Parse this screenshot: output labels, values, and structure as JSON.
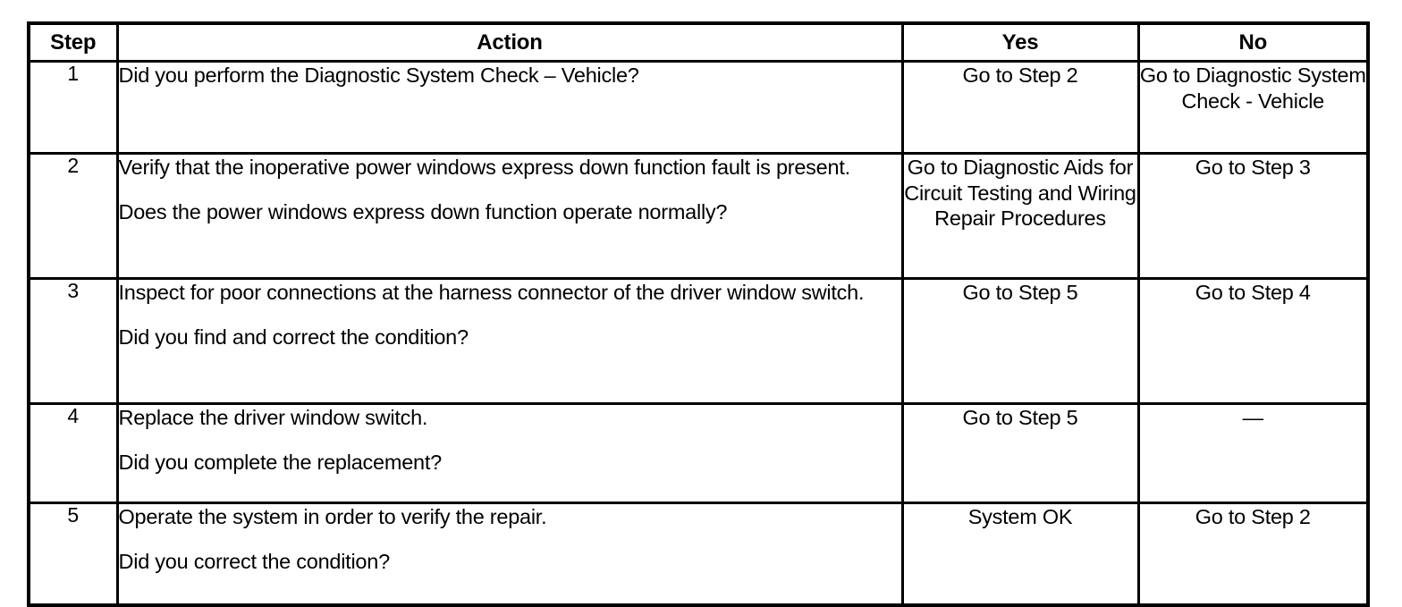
{
  "document": {
    "type": "diagnostic-trouble-tree-table",
    "border_color": "#000000",
    "background_color": "#ffffff",
    "text_color": "#000000"
  },
  "table": {
    "headers": {
      "step": "Step",
      "action": "Action",
      "yes": "Yes",
      "no": "No"
    },
    "rows": [
      {
        "step": "1",
        "action_line_1": "Did you perform the Diagnostic System Check – Vehicle?",
        "action_line_2": "",
        "yes": "Go to Step 2",
        "no": "Go to Diagnostic System Check - Vehicle",
        "yes_align": "bottom",
        "no_align": "top"
      },
      {
        "step": "2",
        "action_line_1": "Verify that the inoperative power windows express down function fault is present.",
        "action_line_2": "Does the power windows express down function operate normally?",
        "yes": "Go to Diagnostic Aids for Circuit Testing and Wiring Repair Procedures",
        "no": "Go to Step 3",
        "yes_align": "top",
        "no_align": "bottom"
      },
      {
        "step": "3",
        "action_line_1": "Inspect for poor connections at the harness connector of the driver window switch.",
        "action_line_2": "Did you find and correct the condition?",
        "yes": "Go to Step 5",
        "no": "Go to Step 4",
        "yes_align": "bottom",
        "no_align": "bottom"
      },
      {
        "step": "4",
        "action_line_1": "Replace the driver window switch.",
        "action_line_2": "Did you complete the replacement?",
        "yes": "Go to Step 5",
        "no": "—",
        "yes_align": "bottom",
        "no_align": "bottom"
      },
      {
        "step": "5",
        "action_line_1": "Operate the system in order to verify the repair.",
        "action_line_2": "Did you correct the condition?",
        "yes": "System OK",
        "no": "Go to Step 2",
        "yes_align": "bottom",
        "no_align": "bottom"
      }
    ]
  }
}
